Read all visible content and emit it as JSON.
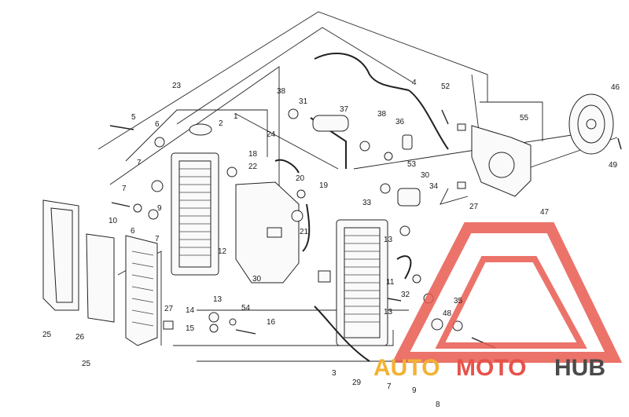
{
  "diagram": {
    "labels": [
      "1",
      "2",
      "3",
      "4",
      "5",
      "6",
      "7",
      "8",
      "9",
      "10",
      "11",
      "12",
      "13",
      "14",
      "15",
      "16",
      "18",
      "19",
      "20",
      "21",
      "22",
      "23",
      "24",
      "25",
      "26",
      "27",
      "29",
      "30",
      "31",
      "32",
      "33",
      "34",
      "35",
      "36",
      "37",
      "38",
      "46",
      "47",
      "48",
      "49",
      "52",
      "53",
      "54",
      "55"
    ]
  },
  "watermark": {
    "auto": "AUTO",
    "moto": "MOTO",
    "hub": "HUB",
    "colors": {
      "auto": "#f2b233",
      "moto": "#e8524a",
      "hub": "#4a4a4a",
      "logo": "#e85a50"
    }
  }
}
